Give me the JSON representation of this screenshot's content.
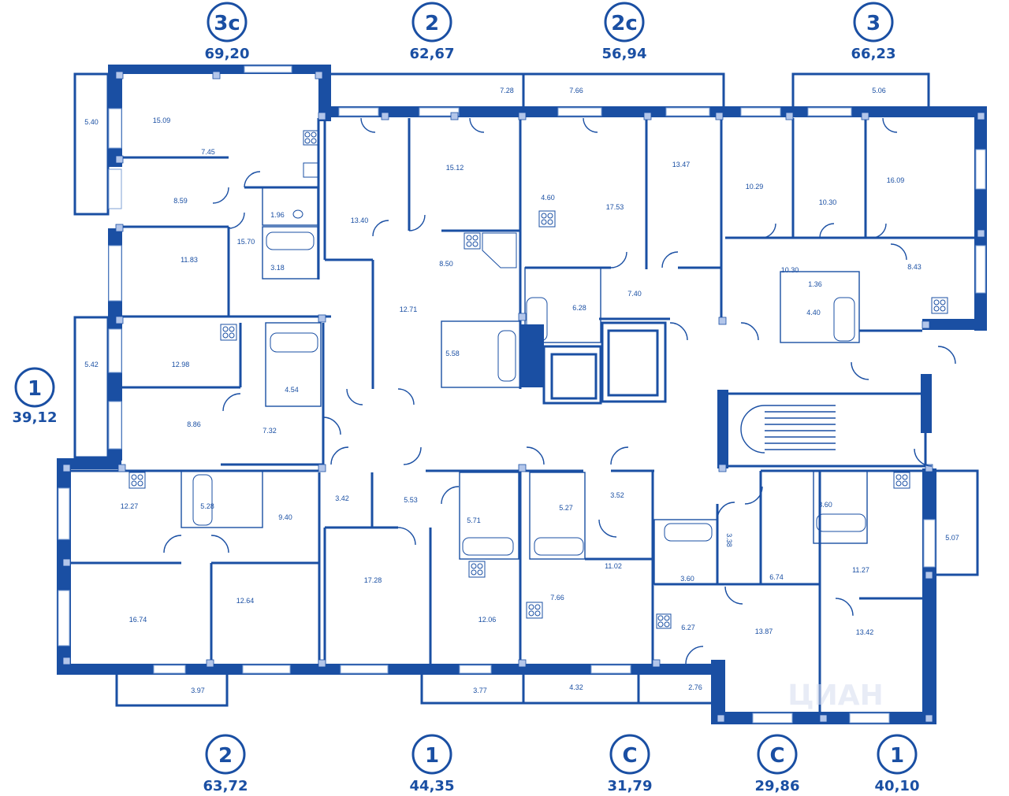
{
  "apartments_top": [
    {
      "type": "3с",
      "area": "69,20"
    },
    {
      "type": "2",
      "area": "62,67"
    },
    {
      "type": "2с",
      "area": "56,94"
    },
    {
      "type": "3",
      "area": "66,23"
    }
  ],
  "apartment_left": {
    "type": "1",
    "area": "39,12"
  },
  "apartments_bottom": [
    {
      "type": "2",
      "area": "63,72"
    },
    {
      "type": "1",
      "area": "44,35"
    },
    {
      "type": "С",
      "area": "31,79"
    },
    {
      "type": "С",
      "area": "29,86"
    },
    {
      "type": "1",
      "area": "40,10"
    }
  ],
  "rooms": [
    "5.40",
    "15.09",
    "7.45",
    "8.59",
    "1.96",
    "15.70",
    "3.18",
    "11.83",
    "13.40",
    "15.12",
    "7.28",
    "8.50",
    "12.71",
    "5.58",
    "7.66",
    "4.60",
    "17.53",
    "13.47",
    "6.28",
    "7.40",
    "5.06",
    "10.29",
    "10.30",
    "16.09",
    "10.30",
    "1.36",
    "8.43",
    "4.40",
    "5.42",
    "12.98",
    "4.54",
    "8.86",
    "7.32",
    "12.27",
    "5.28",
    "9.40",
    "3.42",
    "5.53",
    "5.71",
    "5.27",
    "3.52",
    "3.38",
    "3.60",
    "3.60",
    "5.07",
    "16.74",
    "12.64",
    "17.28",
    "12.06",
    "7.66",
    "11.02",
    "6.27",
    "13.87",
    "6.74",
    "11.27",
    "13.42",
    "3.97",
    "3.77",
    "4.32",
    "2.76"
  ],
  "watermark": "ЦИАН"
}
